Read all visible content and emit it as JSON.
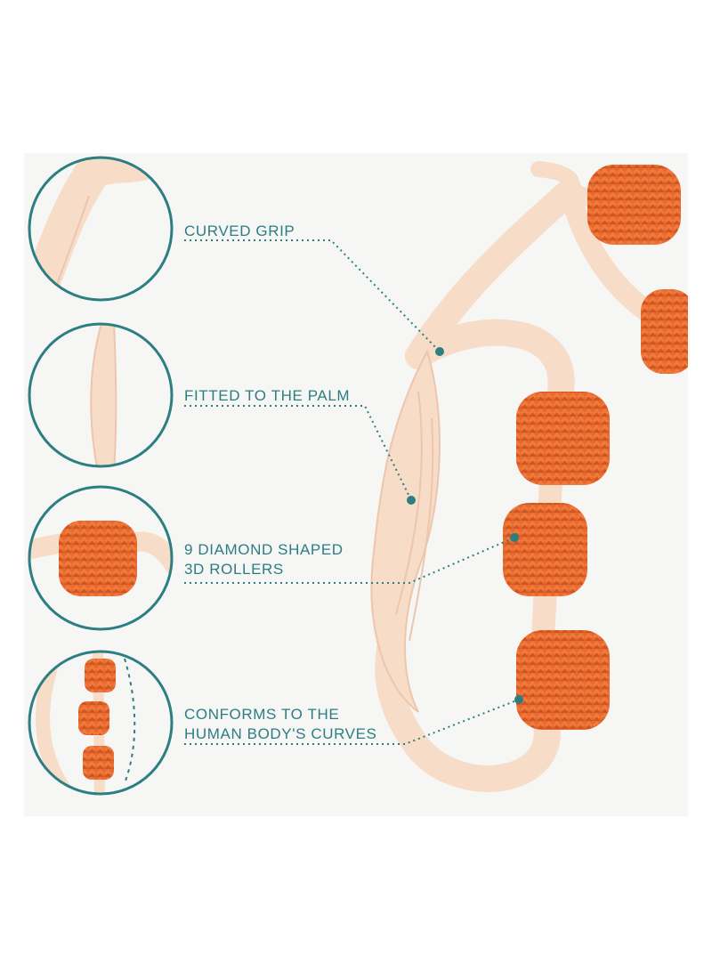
{
  "features": [
    {
      "id": "curved-grip",
      "lines": [
        "CURVED GRIP"
      ]
    },
    {
      "id": "fitted-palm",
      "lines": [
        "FITTED TO THE PALM"
      ]
    },
    {
      "id": "diamond-rollers",
      "lines": [
        "9 DIAMOND SHAPED",
        "3D ROLLERS"
      ]
    },
    {
      "id": "body-curves",
      "lines": [
        "CONFORMS TO THE",
        "HUMAN BODY'S CURVES"
      ]
    }
  ],
  "colors": {
    "accent": "#2c7e82",
    "roller": "#e8692e",
    "handle": "#f7dcc8",
    "panel": "#f6f6f5"
  }
}
